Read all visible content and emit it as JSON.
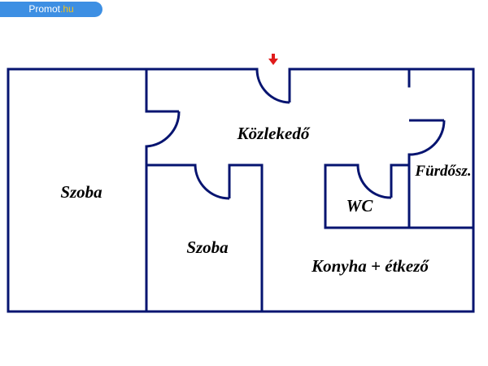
{
  "watermark": {
    "site": "Promot",
    "tld": ".hu"
  },
  "colors": {
    "wall": "#061470",
    "arrow": "#e01b1b",
    "badge": "#3d8fe3",
    "badge_tld": "#f5c21a"
  },
  "rooms": {
    "szoba_left": "Szoba",
    "szoba_mid": "Szoba",
    "kozlekedo": "Közlekedő",
    "wc": "WC",
    "furdo": "Fürdősz.",
    "konyha": "Konyha + étkező"
  },
  "entrance": {
    "icon": "arrow-down-icon"
  }
}
